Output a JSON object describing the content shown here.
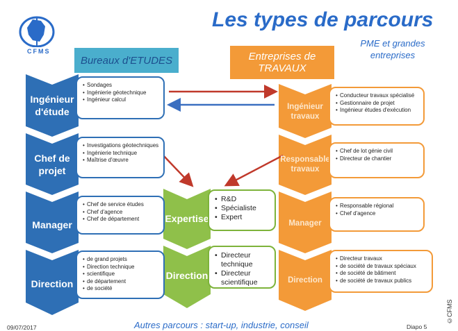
{
  "title": "Les types de parcours",
  "subtitle": "PME et grandes entreprises",
  "logo": {
    "text": "CFMS",
    "icon": "france-map-logo-icon"
  },
  "columns": {
    "bureaux": {
      "header": "Bureaux d'ETUDES",
      "items": [
        {
          "label": "Ingénieur d'étude",
          "bullets": [
            "Sondages",
            "Ingénierie géotechnique",
            "Ingénieur calcul"
          ]
        },
        {
          "label": "Chef de projet",
          "bullets": [
            "Investigations géotechniques",
            "Ingénierie technique",
            "Maîtrise d'œuvre"
          ]
        },
        {
          "label": "Manager",
          "bullets": [
            "Chef de service études",
            "Chef d'agence",
            "Chef de département"
          ]
        },
        {
          "label": "Direction",
          "bullets": [
            "de grand projets",
            "Direction technique",
            "scientifique",
            "de département",
            "de société"
          ]
        }
      ]
    },
    "travaux": {
      "header": "Entreprises de TRAVAUX",
      "items": [
        {
          "label": "Ingénieur travaux",
          "bullets": [
            "Conducteur travaux spécialisé",
            "Gestionnaire de projet",
            "Ingénieur études d'exécution"
          ]
        },
        {
          "label": "Responsable travaux",
          "bullets": [
            "Chef de lot génie civil",
            "Directeur de chantier"
          ]
        },
        {
          "label": "Manager",
          "bullets": [
            "Responsable régional",
            "Chef d'agence"
          ]
        },
        {
          "label": "Direction",
          "bullets": [
            "Directeur travaux",
            "de société de travaux spéciaux",
            "de société de bâtiment",
            "de société de travaux publics"
          ]
        }
      ]
    },
    "expertise": {
      "items": [
        {
          "label": "Expertise",
          "bullets": [
            "R&D",
            "Spécialiste",
            "Expert"
          ]
        },
        {
          "label": "Direction",
          "bullets": [
            "Directeur technique",
            "Directeur scientifique"
          ]
        }
      ]
    }
  },
  "footer": {
    "date": "09/07/2017",
    "note": "Autres parcours : start-up, industrie, conseil",
    "slide": "Diapo 5",
    "copyright": "©CFMS"
  },
  "colors": {
    "blue": "#2e6fb5",
    "orange": "#f39a38",
    "green": "#8fc04a",
    "title": "#2a6bc8",
    "arrow_red": "#c0392b",
    "arrow_blue": "#3b6fc0"
  }
}
